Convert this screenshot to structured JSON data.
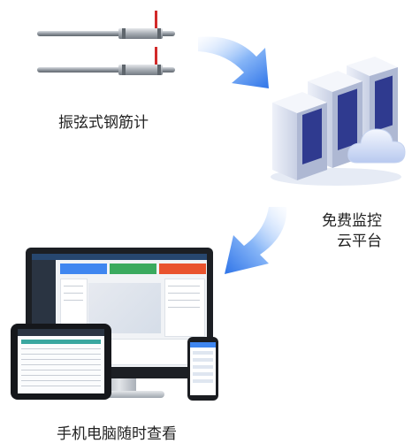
{
  "labels": {
    "sensor": "振弦式钢筋计",
    "cloud": [
      "免费监控",
      "云平台"
    ],
    "devices": "手机电脑随时查看"
  },
  "colors": {
    "arrow": "#3f86f0",
    "cloud_blue": "#3a67d6",
    "server_screen": "#2f3a8f",
    "wire_red": "#d22a2a",
    "tile_blue": "#3f86f0",
    "tile_green": "#3aaa5e",
    "tile_red": "#e9532e"
  },
  "icons": [
    "server-rack-icon",
    "cloud-icon",
    "rebar-sensor-icon",
    "monitor-icon",
    "tablet-icon",
    "phone-icon"
  ]
}
